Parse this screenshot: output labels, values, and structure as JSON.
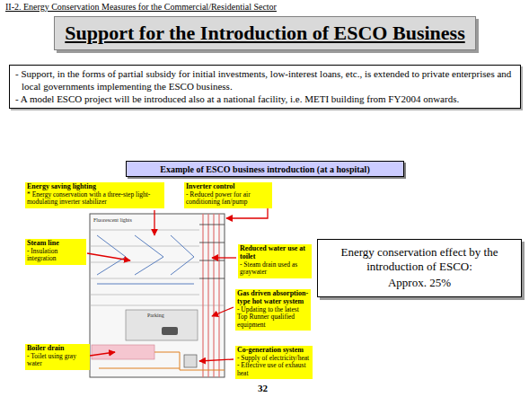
{
  "diagram": {
    "nodes": [
      {
        "text": [
          "Support for the Introduction of ESCO Business"
        ]
      },
      {
        "text": [
          "- Support, in the forms of partial subsidy for initial investments, low-interest loans, etc., is extended to private enterprises and local governments implementing the ESCO business.",
          "- A model ESCO project will be introduced also at a national facility, i.e. METI building from FY2004 onwards."
        ]
      },
      {
        "text": [
          "Example of ESCO business introduction (at a hospital)"
        ]
      },
      {
        "text": [
          "Energy saving lighting",
          "* Energy conservation with a three-step light-modulating inverter stabilizer"
        ]
      },
      {
        "text": [
          "Inverter control",
          "- Reduced power for air conditioning fan/pump"
        ]
      },
      {
        "text": [
          "Steam line",
          "- Insulation integration"
        ]
      },
      {
        "text": [
          "Reduced water use at toilet",
          "- Steam drain used as graywater"
        ]
      },
      {
        "text": [
          "Energy conservation effect by the introduction of ESCO:",
          "Approx. 25%"
        ]
      },
      {
        "text": [
          "Gas driven absorption-type hot water system",
          "- Updating to the latest Top Runner qualified equipment"
        ]
      },
      {
        "text": [
          "Boiler drain",
          "- Toilet using gray water"
        ]
      },
      {
        "text": [
          "Co-generation system",
          "- Supply of electricity/heat",
          "- Effective use of exhaust heat"
        ]
      }
    ],
    "labels": [
      "II-2. Energy Conservation Measures for the Commercial/Residential Sector",
      "Fluorescent lights",
      "Parking",
      "32"
    ]
  }
}
